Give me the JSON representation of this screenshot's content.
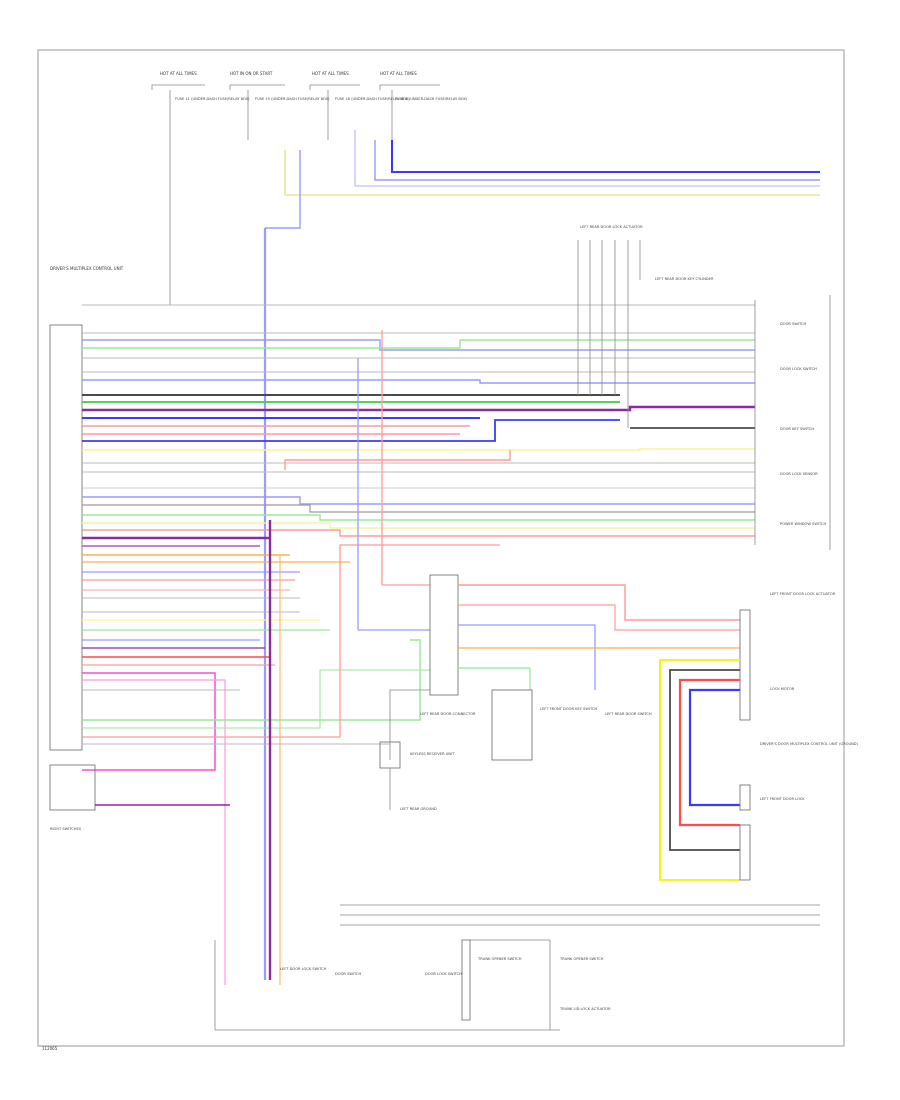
{
  "colors": {
    "blue": "#3a3aff",
    "light_blue": "#9a9aff",
    "purple": "#8a2aa0",
    "pink": "#ff4bd0",
    "red": "#ff4a4a",
    "light_red": "#ff9a9a",
    "green": "#3ad13a",
    "light_green": "#9ae89a",
    "yellow": "#f2f200",
    "light_yellow": "#f5f59a",
    "orange": "#ffb04a",
    "dark": "#4a4a4a",
    "gray": "#9a9a9a"
  },
  "labels": {
    "top_fuse_1": "HOT AT ALL TIMES",
    "top_fuse_2": "HOT IN ON OR START",
    "top_fuse_3": "HOT AT ALL TIMES",
    "top_fuse_4": "HOT AT ALL TIMES",
    "fuse_a": "FUSE 11 (UNDER-DASH FUSE/RELAY BOX)",
    "fuse_b": "FUSE 19 (UNDER-DASH FUSE/RELAY BOX)",
    "fuse_c": "FUSE 18 (UNDER-DASH FUSE/RELAY BOX)",
    "fuse_d": "FUSE 6 (UNDER-DASH FUSE/RELAY BOX)",
    "control_unit": "DRIVER'S MULTIPLEX CONTROL UNIT",
    "left_module": "DRIVER'S DOOR MULTIPLEX CONTROL UNIT (GROUND)",
    "left_rear_door": "LEFT REAR DOOR LOCK ACTUATOR",
    "left_door_switch": "LEFT REAR DOOR SWITCH",
    "g_left": "LEFT REAR DOOR KEY CYLINDER",
    "right_switches": "RIGHT SWITCHES",
    "door_switch_1": "DOOR SWITCH",
    "door_switch_2": "DOOR LOCK SWITCH",
    "door_switch_3": "DOOR KEY SWITCH",
    "door_switch_4": "DOOR LOCK SENSOR",
    "actuator": "LEFT FRONT DOOR LOCK ACTUATOR",
    "motor": "LOCK MOTOR",
    "left_front_lock": "LEFT FRONT DOOR LOCK",
    "power_window": "POWER WINDOW SWITCH",
    "keyless": "KEYLESS RECEIVER UNIT",
    "mid_connector": "LEFT REAR DOOR CONNECTOR",
    "ground_left": "LEFT REAR GROUND",
    "key_switch": "LEFT FRONT DOOR KEY SWITCH",
    "bottom_1": "LEFT DOOR LOCK SWITCH",
    "bottom_2": "DOOR SWITCH",
    "bottom_3": "DOOR LOCK SWITCH",
    "bottom_4": "TRUNK OPENER SWITCH",
    "bottom_5": "TRUNK OPENER SWITCH",
    "bottom_6": "TRUNK LID LOCK ACTUATOR",
    "diagram_id": "112065"
  }
}
